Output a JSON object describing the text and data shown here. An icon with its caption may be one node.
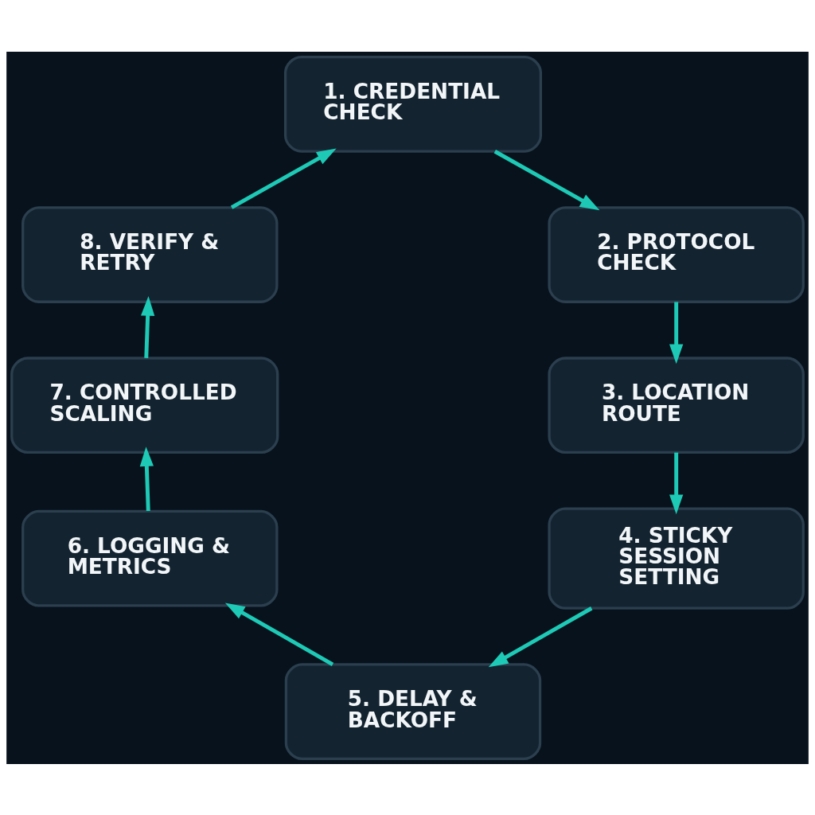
{
  "diagram": {
    "nodes": [
      {
        "text": [
          "1. CREDENTIAL CHECK"
        ]
      },
      {
        "text": [
          "2. PROTOCOL CHECK"
        ]
      },
      {
        "text": [
          "3. LOCATION ROUTE"
        ]
      },
      {
        "text": [
          "4. STICKY SESSION SETTING"
        ]
      },
      {
        "text": [
          "5. DELAY & BACKOFF"
        ]
      },
      {
        "text": [
          "6. LOGGING & METRICS"
        ]
      },
      {
        "text": [
          "7. CONTROLLED SCALING"
        ]
      },
      {
        "text": [
          "8. VERIFY & RETRY"
        ]
      }
    ],
    "edges": [
      {
        "from": 0,
        "to": 1,
        "arrow": "to"
      },
      {
        "from": 1,
        "to": 2,
        "arrow": "to"
      },
      {
        "from": 2,
        "to": 3,
        "arrow": "to"
      },
      {
        "from": 3,
        "to": 4,
        "arrow": "to"
      },
      {
        "from": 4,
        "to": 5,
        "arrow": "to"
      },
      {
        "from": 5,
        "to": 6,
        "arrow": "to"
      },
      {
        "from": 6,
        "to": 7,
        "arrow": "to"
      },
      {
        "from": 7,
        "to": 0,
        "arrow": "to"
      }
    ]
  }
}
